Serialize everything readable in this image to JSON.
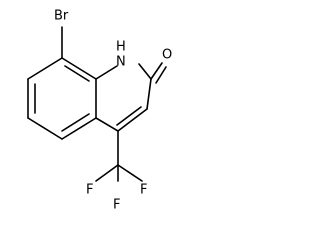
{
  "molecule": {
    "atoms": {
      "bromine": "Br",
      "nitrogen": "N",
      "hydrogen": "H",
      "oxygen": "O",
      "fluorine_1": "F",
      "fluorine_2": "F",
      "fluorine_3": "F"
    },
    "colors": {
      "bond": "#000000",
      "label": "#000000",
      "background": "#ffffff"
    }
  }
}
